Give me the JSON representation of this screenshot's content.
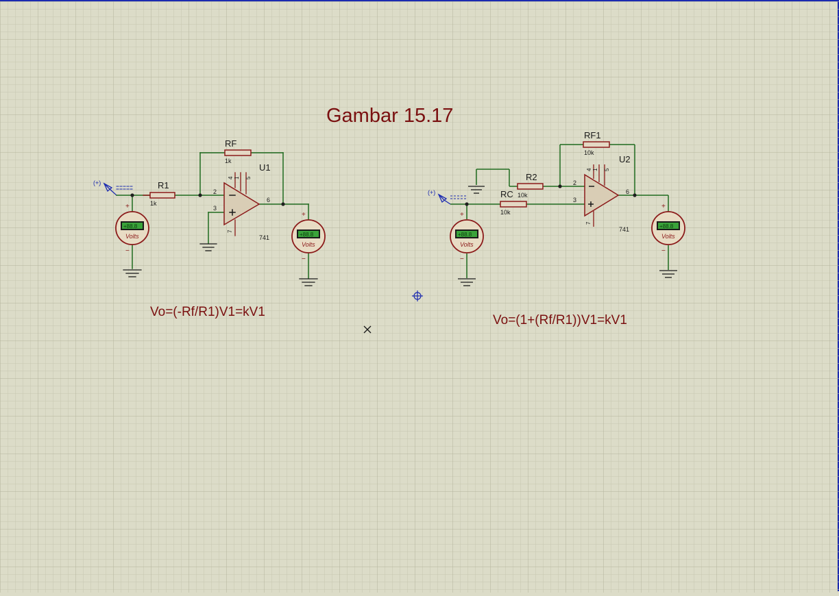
{
  "sheet": {
    "title": "Gambar 15.17",
    "colors": {
      "background": "#dcdcc8",
      "grid_minor": "#c9c9b3",
      "grid_major": "#b7b7a0",
      "wire": "#1f6b1f",
      "component": "#8b1a1a",
      "text": "#7a1010",
      "label_dark": "#1a1a1a",
      "terminal": "#1c2bb0",
      "meter_lcd": "#3aa33a"
    }
  },
  "circuit1": {
    "terminal_label": "(+)",
    "r1": {
      "name": "R1",
      "value": "1k"
    },
    "rf": {
      "name": "RF",
      "value": "1k"
    },
    "opamp": {
      "name": "U1",
      "part": "741",
      "pin_inv": "2",
      "pin_noninv": "3",
      "pin_out": "6",
      "pin_top1": "4",
      "pin_top2": "1",
      "pin_top3": "5",
      "pin_bottom": "7"
    },
    "meter_in": {
      "display": "+88.8",
      "unit": "Volts",
      "plus": "+",
      "minus": "−"
    },
    "meter_out": {
      "display": "+88.8",
      "unit": "Volts",
      "plus": "+",
      "minus": "−"
    },
    "formula": "Vo=(-Rf/R1)V1=kV1"
  },
  "circuit2": {
    "terminal_label": "(+)",
    "r2": {
      "name": "R2",
      "value": "10k"
    },
    "rc": {
      "name": "RC",
      "value": "10k"
    },
    "rf1": {
      "name": "RF1",
      "value": "10k"
    },
    "opamp": {
      "name": "U2",
      "part": "741",
      "pin_inv": "2",
      "pin_noninv": "3",
      "pin_out": "6",
      "pin_top1": "4",
      "pin_top2": "1",
      "pin_top3": "5",
      "pin_bottom": "7"
    },
    "meter_in": {
      "display": "+88.8",
      "unit": "Volts",
      "plus": "+",
      "minus": "−"
    },
    "meter_out": {
      "display": "+88.8",
      "unit": "Volts",
      "plus": "+",
      "minus": "−"
    },
    "formula": "Vo=(1+(Rf/R1))V1=kV1"
  }
}
